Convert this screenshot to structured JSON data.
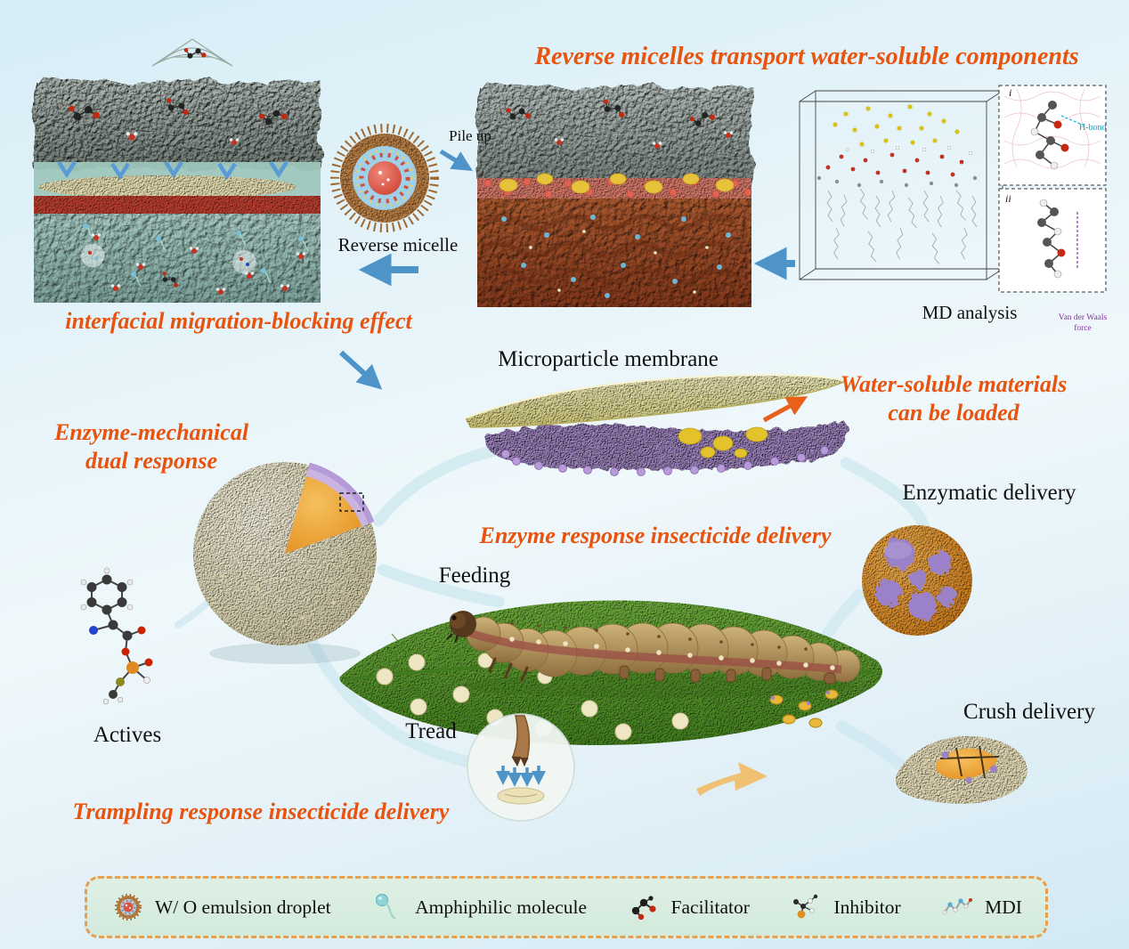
{
  "colors": {
    "accent_orange": "#e8530e",
    "arrow_blue": "#4e94c8",
    "legend_border": "#e8a050",
    "background_blue": "#d6edf6"
  },
  "headings": {
    "reverse_micelles": "Reverse micelles transport water-soluble components",
    "interfacial_blocking": "interfacial migration-blocking effect",
    "water_soluble_line1": "Water-soluble materials",
    "water_soluble_line2": "can be loaded",
    "enzyme_mechanical_line1": "Enzyme-mechanical",
    "enzyme_mechanical_line2": "dual response",
    "enzyme_response": "Enzyme response insecticide delivery",
    "trampling_response": "Trampling response insecticide delivery"
  },
  "labels": {
    "pile_up": "Pile up",
    "reverse_micelle": "Reverse micelle",
    "md_analysis": "MD analysis",
    "microparticle_membrane": "Microparticle membrane",
    "enzymatic_delivery": "Enzymatic delivery",
    "feeding": "Feeding",
    "tread": "Tread",
    "crush_delivery": "Crush delivery",
    "actives": "Actives"
  },
  "md_insets": {
    "inset1_label": "i",
    "inset2_label": "ii",
    "h_bond": "H-bond",
    "van_der_waals": "Van der Waals force"
  },
  "legend": {
    "items": [
      {
        "label": "W/ O emulsion droplet",
        "icon": "emulsion-droplet-icon"
      },
      {
        "label": "Amphiphilic molecule",
        "icon": "amphiphilic-molecule-icon"
      },
      {
        "label": "Facilitator",
        "icon": "facilitator-icon"
      },
      {
        "label": "Inhibitor",
        "icon": "inhibitor-icon"
      },
      {
        "label": "MDI",
        "icon": "mdi-icon"
      }
    ]
  }
}
